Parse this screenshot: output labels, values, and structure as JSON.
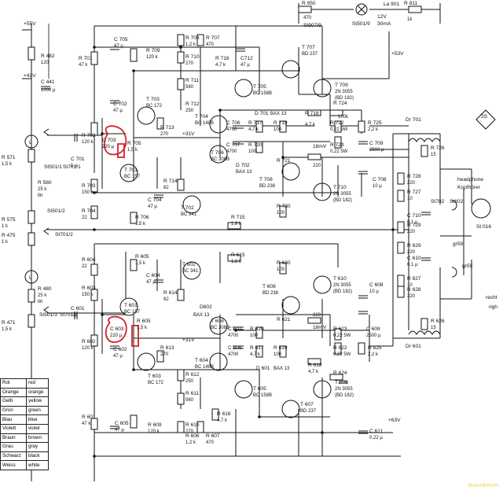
{
  "rails": {
    "plus55": "+55V",
    "plus43": "+43V",
    "plus53": "+53V",
    "plus31_top": "+31V",
    "plus31_bottom": "+31V",
    "plus63": "+63V",
    "volt_18_top": "18mV",
    "volt_18_bottom": "18mV"
  },
  "top_right_labels": [
    {
      "id": "r950",
      "text": "R 950"
    },
    {
      "id": "r950v",
      "text": "470"
    },
    {
      "id": "la901",
      "text": "La 901"
    },
    {
      "id": "r811",
      "text": "R 811"
    },
    {
      "id": "r811v",
      "text": "1k"
    },
    {
      "id": "st907",
      "text": "St907/9"
    },
    {
      "id": "st501",
      "text": "St501/9"
    },
    {
      "id": "lamp12",
      "text": "12V"
    },
    {
      "id": "lamp30",
      "text": "30mA"
    }
  ],
  "left_parts": [
    {
      "id": "r482",
      "text": "R 482"
    },
    {
      "id": "r482v",
      "text": "120"
    },
    {
      "id": "c441",
      "text": "C 441"
    },
    {
      "id": "c441v",
      "text": "1000 µ"
    },
    {
      "id": "r571",
      "text": "R 571"
    },
    {
      "id": "r571v",
      "text": "1,5 k"
    },
    {
      "id": "r580",
      "text": "R 580"
    },
    {
      "id": "r580v",
      "text": "25 k"
    },
    {
      "id": "r580l",
      "text": "lin"
    },
    {
      "id": "r575",
      "text": "R 575"
    },
    {
      "id": "r575v",
      "text": "1 k"
    },
    {
      "id": "r475",
      "text": "R 475"
    },
    {
      "id": "r475v",
      "text": "1 k"
    },
    {
      "id": "r480",
      "text": "R 480"
    },
    {
      "id": "r480v",
      "text": "25 k"
    },
    {
      "id": "r480l",
      "text": "lin"
    },
    {
      "id": "r471",
      "text": "R 471"
    },
    {
      "id": "r471v",
      "text": "1,5 k"
    },
    {
      "id": "st5011",
      "text": "St501/1"
    },
    {
      "id": "st7011",
      "text": "St701/1"
    },
    {
      "id": "st5012",
      "text": "St501/2"
    },
    {
      "id": "st7012",
      "text": "St701/2"
    },
    {
      "id": "st5013",
      "text": "St501/3"
    },
    {
      "id": "st7013",
      "text": "St701/3"
    }
  ],
  "upper_parts": [
    {
      "id": "c705",
      "text": "C 705"
    },
    {
      "id": "c705v",
      "text": "47 µ"
    },
    {
      "id": "r701",
      "text": "R 701"
    },
    {
      "id": "r701v",
      "text": "47 k"
    },
    {
      "id": "r709",
      "text": "R 709"
    },
    {
      "id": "r709v",
      "text": "120 k"
    },
    {
      "id": "r706t",
      "text": "R 706"
    },
    {
      "id": "r706tv",
      "text": "1,2 k"
    },
    {
      "id": "r707",
      "text": "R 707"
    },
    {
      "id": "r707v",
      "text": "470"
    },
    {
      "id": "r710",
      "text": "R 710"
    },
    {
      "id": "r710v",
      "text": "270"
    },
    {
      "id": "r716",
      "text": "R 716"
    },
    {
      "id": "r716v",
      "text": "4,7 k"
    },
    {
      "id": "c712",
      "text": "C712"
    },
    {
      "id": "c712v",
      "text": "47 µ"
    },
    {
      "id": "t707",
      "text": "T 707"
    },
    {
      "id": "t707v",
      "text": "BD 237"
    },
    {
      "id": "r711",
      "text": "R 711"
    },
    {
      "id": "r711v",
      "text": "560"
    },
    {
      "id": "t705",
      "text": "T 705"
    },
    {
      "id": "t705v",
      "text": "BC 158B"
    },
    {
      "id": "t709",
      "text": "T 709"
    },
    {
      "id": "t709v",
      "text": "2N 3055"
    },
    {
      "id": "t709w",
      "text": "(BD 182)"
    },
    {
      "id": "c702",
      "text": "C 702"
    },
    {
      "id": "c702v",
      "text": "47 µ"
    },
    {
      "id": "t703",
      "text": "T 703"
    },
    {
      "id": "t703v",
      "text": "BC 172"
    },
    {
      "id": "r712",
      "text": "R 712"
    },
    {
      "id": "r712v",
      "text": "250"
    },
    {
      "id": "r724",
      "text": "R 724"
    },
    {
      "id": "r724v",
      "text": "100k"
    },
    {
      "id": "d701",
      "text": "D 701"
    },
    {
      "id": "d701v",
      "text": "BAX 13"
    },
    {
      "id": "r718",
      "text": "R 718"
    },
    {
      "id": "r718v",
      "text": "4,7 k"
    },
    {
      "id": "r713",
      "text": "R 713"
    },
    {
      "id": "r713v",
      "text": "270"
    },
    {
      "id": "t704",
      "text": "T 704"
    },
    {
      "id": "t704v",
      "text": "BC 148B"
    },
    {
      "id": "c706",
      "text": "C 706"
    },
    {
      "id": "c706v",
      "text": "4700"
    },
    {
      "id": "r717",
      "text": "R 717"
    },
    {
      "id": "r717v",
      "text": "4,7 k"
    },
    {
      "id": "r719",
      "text": "R 719"
    },
    {
      "id": "r719v",
      "text": "100"
    },
    {
      "id": "r722",
      "text": "R 722"
    },
    {
      "id": "r722v",
      "text": "0,22 5W"
    },
    {
      "id": "r725",
      "text": "R 725"
    },
    {
      "id": "r725v",
      "text": "2,2 k"
    },
    {
      "id": "r702",
      "text": "R 702"
    },
    {
      "id": "r702v",
      "text": "120 k"
    },
    {
      "id": "c703",
      "text": "C 703"
    },
    {
      "id": "c703v",
      "text": "220 µ"
    },
    {
      "id": "r705",
      "text": "R 705"
    },
    {
      "id": "r705v",
      "text": "1,5 k"
    },
    {
      "id": "c707",
      "text": "C 707"
    },
    {
      "id": "c707v",
      "text": "4700"
    },
    {
      "id": "r720",
      "text": "R 720"
    },
    {
      "id": "r720v",
      "text": "100"
    },
    {
      "id": "r723",
      "text": "R 723"
    },
    {
      "id": "r723v",
      "text": "0,22 5W"
    },
    {
      "id": "c709",
      "text": "C 709"
    },
    {
      "id": "c709v",
      "text": "2500 µ"
    },
    {
      "id": "c701",
      "text": "C 701"
    },
    {
      "id": "c701v",
      "text": "1 µ"
    },
    {
      "id": "t701",
      "text": "T 701"
    },
    {
      "id": "t701v",
      "text": "BC 157"
    },
    {
      "id": "t706",
      "text": "T 706"
    },
    {
      "id": "t706v",
      "text": "BC 308B"
    },
    {
      "id": "d702",
      "text": "D 702"
    },
    {
      "id": "d702v",
      "text": "BAX 13"
    },
    {
      "id": "r721",
      "text": "R 721"
    },
    {
      "id": "r721v",
      "text": "220"
    },
    {
      "id": "r703",
      "text": "R 703"
    },
    {
      "id": "r703v",
      "text": "150 k"
    },
    {
      "id": "r714",
      "text": "R 714"
    },
    {
      "id": "r714v",
      "text": "82"
    },
    {
      "id": "t708",
      "text": "T 708"
    },
    {
      "id": "t708v",
      "text": "BD 238"
    },
    {
      "id": "c708",
      "text": "C 708"
    },
    {
      "id": "c708v",
      "text": "10 µ"
    },
    {
      "id": "t710",
      "text": "T 710"
    },
    {
      "id": "t710v",
      "text": "2N 3055"
    },
    {
      "id": "t710w",
      "text": "(BD 182)"
    },
    {
      "id": "c704",
      "text": "C 704"
    },
    {
      "id": "c704v",
      "text": "47 µ"
    },
    {
      "id": "r704",
      "text": "R 704"
    },
    {
      "id": "r704v",
      "text": "22"
    },
    {
      "id": "t702",
      "text": "T 702"
    },
    {
      "id": "t702v",
      "text": "BC 341"
    },
    {
      "id": "r730",
      "text": "R 730"
    },
    {
      "id": "r730v",
      "text": "100"
    },
    {
      "id": "r706",
      "text": "R 706"
    },
    {
      "id": "r706v",
      "text": "1,5 k"
    },
    {
      "id": "r715",
      "text": "R 715"
    },
    {
      "id": "r715v",
      "text": "1,8 k"
    }
  ],
  "lower_parts": [
    {
      "id": "r604",
      "text": "R 604"
    },
    {
      "id": "r604v",
      "text": "22"
    },
    {
      "id": "r605t",
      "text": "R 605"
    },
    {
      "id": "r605tv",
      "text": "1,5 k"
    },
    {
      "id": "r615",
      "text": "R 615"
    },
    {
      "id": "r615v",
      "text": "1,8 k"
    },
    {
      "id": "r630",
      "text": "R 630"
    },
    {
      "id": "r630v",
      "text": "100"
    },
    {
      "id": "c604",
      "text": "C 604"
    },
    {
      "id": "c604v",
      "text": "47 µ"
    },
    {
      "id": "t602",
      "text": "T 602"
    },
    {
      "id": "t602v",
      "text": "BC 341"
    },
    {
      "id": "t610",
      "text": "T 610"
    },
    {
      "id": "t610v",
      "text": "2N 3055"
    },
    {
      "id": "t610w",
      "text": "(BD 182)"
    },
    {
      "id": "r603",
      "text": "R 603"
    },
    {
      "id": "r603v",
      "text": "150 k"
    },
    {
      "id": "r614",
      "text": "R 614"
    },
    {
      "id": "r614v",
      "text": "82"
    },
    {
      "id": "t608",
      "text": "T 608"
    },
    {
      "id": "t608v",
      "text": "BD 238"
    },
    {
      "id": "c608",
      "text": "C 608"
    },
    {
      "id": "c608v",
      "text": "10 µ"
    },
    {
      "id": "c601",
      "text": "C 601"
    },
    {
      "id": "c601v",
      "text": "1 µ"
    },
    {
      "id": "t601",
      "text": "T 601"
    },
    {
      "id": "t601v",
      "text": "BC 157"
    },
    {
      "id": "d602",
      "text": "D602"
    },
    {
      "id": "d602v",
      "text": "BAX 13"
    },
    {
      "id": "t606",
      "text": "T 606"
    },
    {
      "id": "t606v",
      "text": "BC 308B"
    },
    {
      "id": "r621",
      "text": "R 621"
    },
    {
      "id": "r621v",
      "text": "220"
    },
    {
      "id": "c603",
      "text": "C 603"
    },
    {
      "id": "c603v",
      "text": "220 µ"
    },
    {
      "id": "r605",
      "text": "R 605"
    },
    {
      "id": "r605v",
      "text": "1,5 k"
    },
    {
      "id": "c607",
      "text": "C 607"
    },
    {
      "id": "c607v",
      "text": "4700"
    },
    {
      "id": "r620",
      "text": "R 620"
    },
    {
      "id": "r620v",
      "text": "100"
    },
    {
      "id": "r623",
      "text": "R 623"
    },
    {
      "id": "r623v",
      "text": "0,22 5W"
    },
    {
      "id": "c609",
      "text": "C 609"
    },
    {
      "id": "c609v",
      "text": "2500 µ"
    },
    {
      "id": "r602",
      "text": "R 602"
    },
    {
      "id": "r602v",
      "text": "120 k"
    },
    {
      "id": "c606",
      "text": "C 606"
    },
    {
      "id": "c606v",
      "text": "4700"
    },
    {
      "id": "r617",
      "text": "R 617"
    },
    {
      "id": "r617v",
      "text": "4,7 k"
    },
    {
      "id": "r619",
      "text": "R 619"
    },
    {
      "id": "r619v",
      "text": "100"
    },
    {
      "id": "r622",
      "text": "R 622"
    },
    {
      "id": "r622v",
      "text": "0,22 5W"
    },
    {
      "id": "r625",
      "text": "R 625"
    },
    {
      "id": "r625v",
      "text": "2,2 k"
    },
    {
      "id": "r613",
      "text": "R 613"
    },
    {
      "id": "r613v",
      "text": "270"
    },
    {
      "id": "t604",
      "text": "T 604"
    },
    {
      "id": "t604v",
      "text": "BC 148B"
    },
    {
      "id": "d601",
      "text": "D 601"
    },
    {
      "id": "d601v",
      "text": "BAX 13"
    },
    {
      "id": "r618",
      "text": "R 618"
    },
    {
      "id": "r618v",
      "text": "4,7 k"
    },
    {
      "id": "c602",
      "text": "C 602"
    },
    {
      "id": "c602v",
      "text": "47 µ"
    },
    {
      "id": "t603",
      "text": "T 603"
    },
    {
      "id": "t603v",
      "text": "BC 172"
    },
    {
      "id": "r612",
      "text": "R 612"
    },
    {
      "id": "r612v",
      "text": "250"
    },
    {
      "id": "r624",
      "text": "R 624"
    },
    {
      "id": "r624v",
      "text": "100k"
    },
    {
      "id": "r611",
      "text": "R 611"
    },
    {
      "id": "r611v",
      "text": "560"
    },
    {
      "id": "t605",
      "text": "T 605"
    },
    {
      "id": "t605v",
      "text": "BC 158B"
    },
    {
      "id": "t609",
      "text": "T 609"
    },
    {
      "id": "t609v",
      "text": "2N 3055"
    },
    {
      "id": "t609w",
      "text": "(BD 182)"
    },
    {
      "id": "r601",
      "text": "R 601"
    },
    {
      "id": "r601v",
      "text": "47 k"
    },
    {
      "id": "r616",
      "text": "R 616"
    },
    {
      "id": "r616v",
      "text": "4,7 k"
    },
    {
      "id": "t607",
      "text": "T 607"
    },
    {
      "id": "t607v",
      "text": "BD 237"
    },
    {
      "id": "c605",
      "text": "C 605"
    },
    {
      "id": "c605v",
      "text": "47 µ"
    },
    {
      "id": "r609",
      "text": "R 609"
    },
    {
      "id": "r609v",
      "text": "120 k"
    },
    {
      "id": "r610",
      "text": "R 610"
    },
    {
      "id": "r610v",
      "text": "270"
    },
    {
      "id": "r606",
      "text": "R 606"
    },
    {
      "id": "r606v",
      "text": "1,2 k"
    },
    {
      "id": "r607",
      "text": "R 607"
    },
    {
      "id": "r607v",
      "text": "470"
    },
    {
      "id": "c611",
      "text": "C 611"
    },
    {
      "id": "c611v",
      "text": "0,22 µ"
    }
  ],
  "right_parts": [
    {
      "id": "dr701",
      "text": "Dr 701"
    },
    {
      "id": "r726",
      "text": "R 726"
    },
    {
      "id": "r726v",
      "text": "15"
    },
    {
      "id": "fuse",
      "text": "2S"
    },
    {
      "id": "hp1",
      "text": "headphone"
    },
    {
      "id": "hp2",
      "text": "Kopfhörer"
    },
    {
      "id": "r728",
      "text": "R 728"
    },
    {
      "id": "r728v",
      "text": "220"
    },
    {
      "id": "r727",
      "text": "R 727"
    },
    {
      "id": "r727v",
      "text": "10"
    },
    {
      "id": "st702",
      "text": "St702"
    },
    {
      "id": "st602",
      "text": "St602"
    },
    {
      "id": "c710",
      "text": "C 710"
    },
    {
      "id": "c710v",
      "text": "0,1 µ"
    },
    {
      "id": "r729",
      "text": "R 729"
    },
    {
      "id": "r729v",
      "text": "220"
    },
    {
      "id": "st016",
      "text": "St 016"
    },
    {
      "id": "r629",
      "text": "R 629"
    },
    {
      "id": "r629v",
      "text": "220"
    },
    {
      "id": "c610",
      "text": "C 610"
    },
    {
      "id": "c610v",
      "text": "0,1 µ"
    },
    {
      "id": "r627",
      "text": "R 627"
    },
    {
      "id": "r627v",
      "text": "10"
    },
    {
      "id": "r628",
      "text": "R 628"
    },
    {
      "id": "r628v",
      "text": "220"
    },
    {
      "id": "gr59a",
      "text": "gr59"
    },
    {
      "id": "gr59b",
      "text": "gr59"
    },
    {
      "id": "r626",
      "text": "R 626"
    },
    {
      "id": "r626v",
      "text": "15"
    },
    {
      "id": "dr601",
      "text": "Dr 601"
    },
    {
      "id": "recht",
      "text": "recht"
    },
    {
      "id": "righ",
      "text": "righ"
    }
  ],
  "circle_L": "L",
  "color_legend": [
    [
      "Rot",
      "red"
    ],
    [
      "Orange",
      "orange"
    ],
    [
      "Gelb",
      "yellow"
    ],
    [
      "Grün",
      "green"
    ],
    [
      "Blau",
      "blue"
    ],
    [
      "Violett",
      "violet"
    ],
    [
      "Braun",
      "brown"
    ],
    [
      "Grau",
      "gray"
    ],
    [
      "Schwarz",
      "black"
    ],
    [
      "Weiss",
      "white"
    ]
  ],
  "watermark": "braunforum",
  "colors": {
    "ink": "#111111",
    "marker": "#d8202a",
    "watermark": "#e9d44a"
  }
}
